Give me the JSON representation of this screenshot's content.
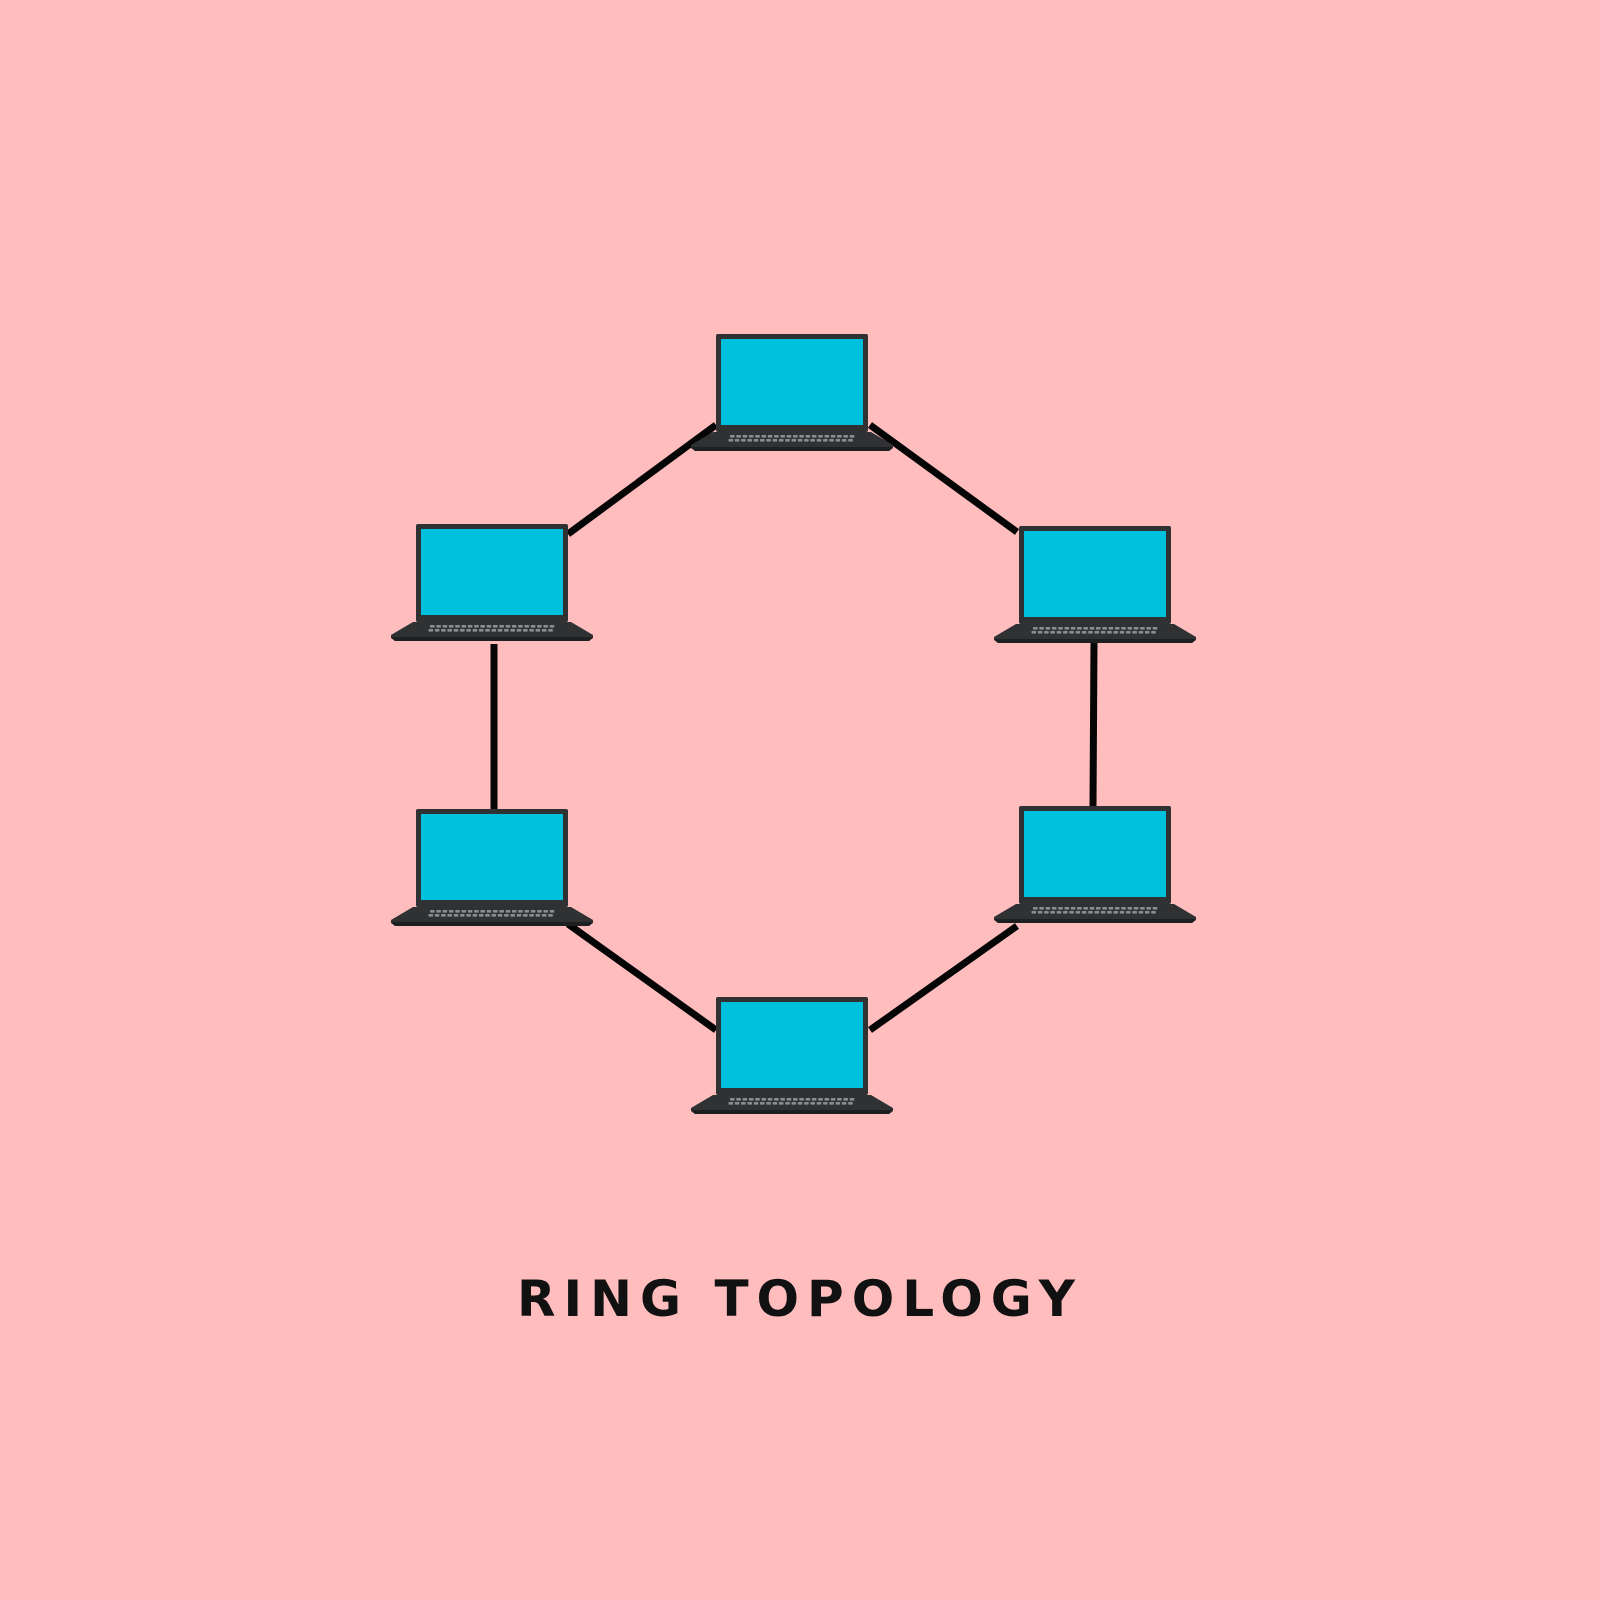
{
  "title": "RING TOPOLOGY",
  "colors": {
    "background": "#FFBDBE",
    "screen": "#00C1DD",
    "laptop_body": "#2F3133",
    "laptop_keys": "#8A8D90",
    "link": "#050505",
    "title": "#111111"
  },
  "diagram": {
    "type": "ring",
    "nodes": [
      {
        "id": "laptop-top",
        "icon": "laptop-icon"
      },
      {
        "id": "laptop-upper-right",
        "icon": "laptop-icon"
      },
      {
        "id": "laptop-lower-right",
        "icon": "laptop-icon"
      },
      {
        "id": "laptop-bottom",
        "icon": "laptop-icon"
      },
      {
        "id": "laptop-lower-left",
        "icon": "laptop-icon"
      },
      {
        "id": "laptop-upper-left",
        "icon": "laptop-icon"
      }
    ],
    "links": [
      [
        "laptop-top",
        "laptop-upper-right"
      ],
      [
        "laptop-upper-right",
        "laptop-lower-right"
      ],
      [
        "laptop-lower-right",
        "laptop-bottom"
      ],
      [
        "laptop-bottom",
        "laptop-lower-left"
      ],
      [
        "laptop-lower-left",
        "laptop-upper-left"
      ],
      [
        "laptop-upper-left",
        "laptop-top"
      ]
    ]
  }
}
